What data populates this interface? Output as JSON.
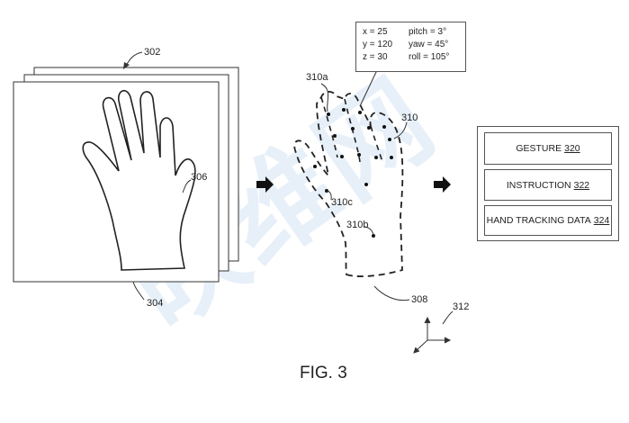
{
  "watermark": "映维网",
  "labels": {
    "frames": "302",
    "frame_front": "304",
    "hand_image": "306",
    "hand_model": "308",
    "keypoints": "310",
    "kp_a": "310a",
    "kp_b": "310b",
    "kp_c": "310c",
    "axes": "312"
  },
  "pose": {
    "x": "x = 25",
    "y": "y = 120",
    "z": "z = 30",
    "pitch": "pitch = 3°",
    "yaw": "yaw = 45°",
    "roll": "roll = 105°"
  },
  "outputs": [
    {
      "label": "GESTURE",
      "ref": "320"
    },
    {
      "label": "INSTRUCTION",
      "ref": "322"
    },
    {
      "label": "HAND TRACKING DATA",
      "ref": "324"
    }
  ],
  "figure_caption": "FIG. 3"
}
